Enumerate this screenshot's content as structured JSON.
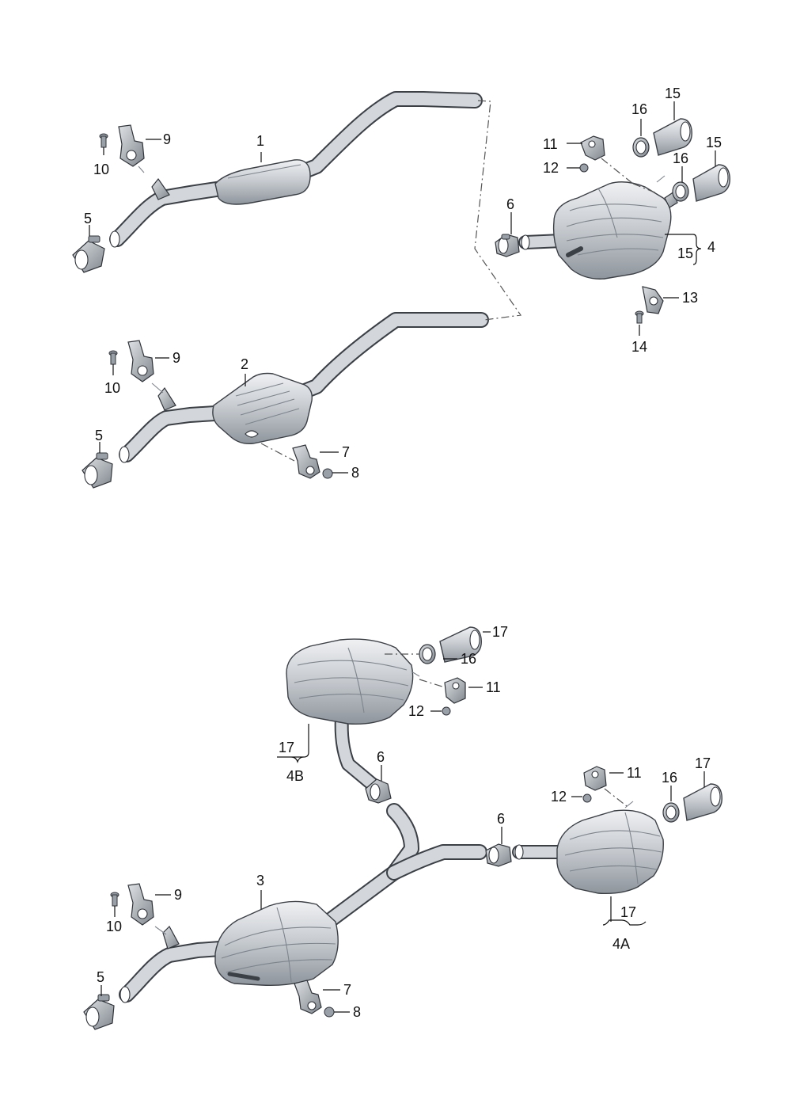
{
  "labels": {
    "p1": "1",
    "p2": "2",
    "p3": "3",
    "p4": "4",
    "p4a": "4A",
    "p4b": "4B",
    "p5": "5",
    "p6": "6",
    "p7": "7",
    "p8": "8",
    "p9": "9",
    "p10": "10",
    "p11": "11",
    "p12": "12",
    "p13": "13",
    "p14": "14",
    "p15": "15",
    "p16": "16",
    "p17": "17"
  },
  "colors": {
    "metal_light": "#e6e8ea",
    "metal_mid": "#c3c7cc",
    "metal_dark": "#8f969d",
    "outline": "#2f343a",
    "label": "#111111"
  }
}
